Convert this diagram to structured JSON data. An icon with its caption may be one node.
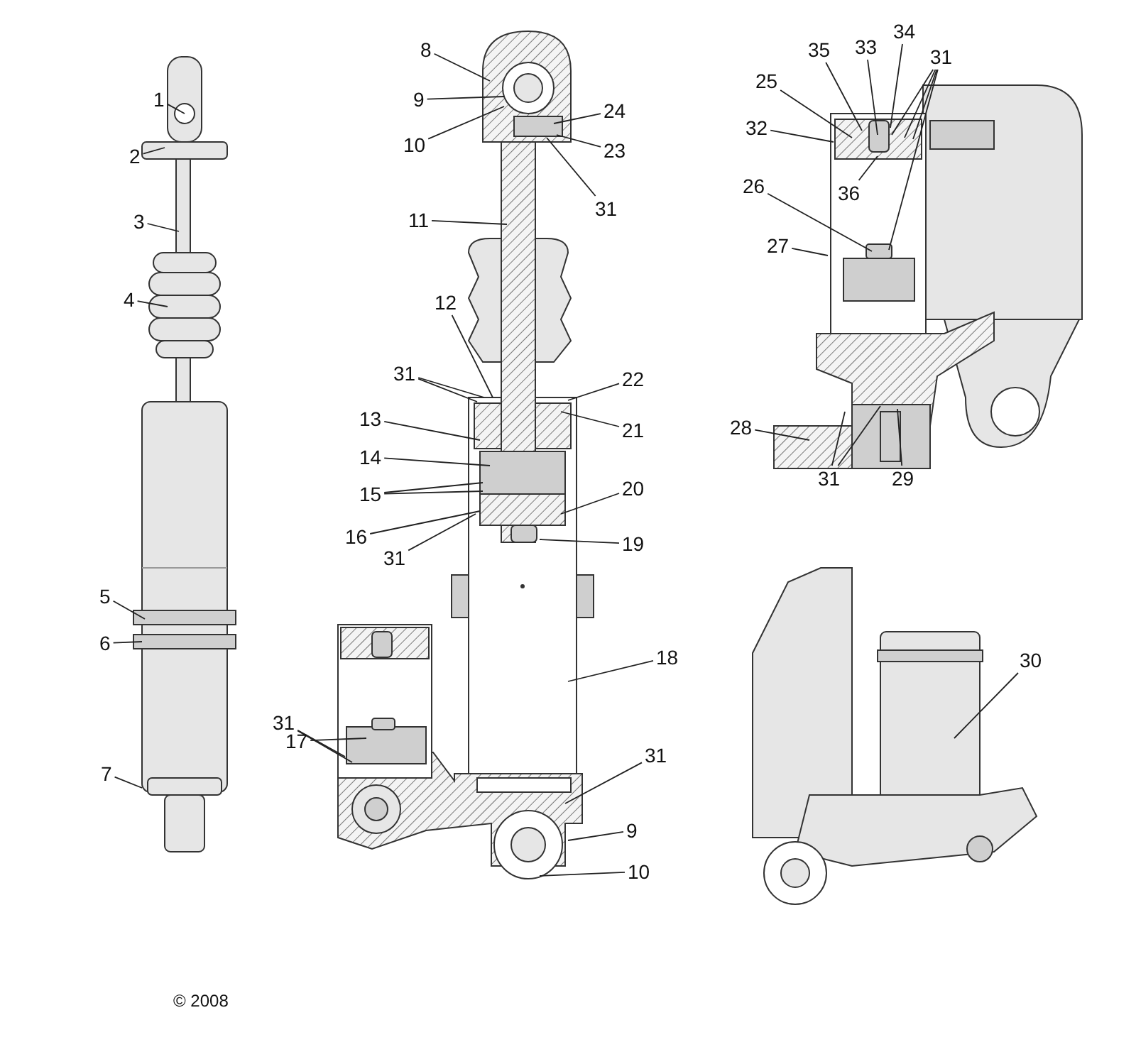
{
  "diagram": {
    "nodes": [
      {
        "text": [
          "1"
        ]
      },
      {
        "text": [
          "2"
        ]
      },
      {
        "text": [
          "3"
        ]
      },
      {
        "text": [
          "4"
        ]
      },
      {
        "text": [
          "5"
        ]
      },
      {
        "text": [
          "6"
        ]
      },
      {
        "text": [
          "7"
        ]
      },
      {
        "text": [
          "8"
        ]
      },
      {
        "text": [
          "9"
        ]
      },
      {
        "text": [
          "10"
        ]
      },
      {
        "text": [
          "11"
        ]
      },
      {
        "text": [
          "12"
        ]
      },
      {
        "text": [
          "31"
        ]
      },
      {
        "text": [
          "22"
        ]
      },
      {
        "text": [
          "13"
        ]
      },
      {
        "text": [
          "21"
        ]
      },
      {
        "text": [
          "14"
        ]
      },
      {
        "text": [
          "15"
        ]
      },
      {
        "text": [
          "20"
        ]
      },
      {
        "text": [
          "16"
        ]
      },
      {
        "text": [
          "19"
        ]
      },
      {
        "text": [
          "31"
        ]
      },
      {
        "text": [
          "18"
        ]
      },
      {
        "text": [
          "17"
        ]
      },
      {
        "text": [
          "31"
        ]
      },
      {
        "text": [
          "31"
        ]
      },
      {
        "text": [
          "9"
        ]
      },
      {
        "text": [
          "10"
        ]
      },
      {
        "text": [
          "24"
        ]
      },
      {
        "text": [
          "23"
        ]
      },
      {
        "text": [
          "31"
        ]
      },
      {
        "text": [
          "35"
        ]
      },
      {
        "text": [
          "33"
        ]
      },
      {
        "text": [
          "34"
        ]
      },
      {
        "text": [
          "31"
        ]
      },
      {
        "text": [
          "25"
        ]
      },
      {
        "text": [
          "32"
        ]
      },
      {
        "text": [
          "36"
        ]
      },
      {
        "text": [
          "26"
        ]
      },
      {
        "text": [
          "27"
        ]
      },
      {
        "text": [
          "28"
        ]
      },
      {
        "text": [
          "31"
        ]
      },
      {
        "text": [
          "29"
        ]
      },
      {
        "text": [
          "30"
        ]
      }
    ],
    "edges": [
      {
        "from": 0,
        "to": null,
        "arrow": "none"
      },
      {
        "from": 1,
        "to": null,
        "arrow": "none"
      },
      {
        "from": 2,
        "to": null,
        "arrow": "none"
      },
      {
        "from": 3,
        "to": null,
        "arrow": "none"
      },
      {
        "from": 4,
        "to": null,
        "arrow": "none"
      },
      {
        "from": 5,
        "to": null,
        "arrow": "none"
      },
      {
        "from": 6,
        "to": null,
        "arrow": "none"
      },
      {
        "from": 7,
        "to": null,
        "arrow": "none"
      },
      {
        "from": 8,
        "to": null,
        "arrow": "none"
      },
      {
        "from": 9,
        "to": null,
        "arrow": "none"
      },
      {
        "from": 10,
        "to": null,
        "arrow": "none"
      },
      {
        "from": 11,
        "to": null,
        "arrow": "none"
      },
      {
        "from": 12,
        "to": null,
        "arrow": "none"
      },
      {
        "from": 12,
        "to": null,
        "arrow": "none"
      },
      {
        "from": 13,
        "to": null,
        "arrow": "none"
      },
      {
        "from": 14,
        "to": null,
        "arrow": "none"
      },
      {
        "from": 15,
        "to": null,
        "arrow": "none"
      },
      {
        "from": 16,
        "to": null,
        "arrow": "none"
      },
      {
        "from": 17,
        "to": null,
        "arrow": "none"
      },
      {
        "from": 17,
        "to": null,
        "arrow": "none"
      },
      {
        "from": 18,
        "to": null,
        "arrow": "none"
      },
      {
        "from": 19,
        "to": null,
        "arrow": "none"
      },
      {
        "from": 20,
        "to": null,
        "arrow": "none"
      },
      {
        "from": 21,
        "to": null,
        "arrow": "none"
      },
      {
        "from": 22,
        "to": null,
        "arrow": "none"
      },
      {
        "from": 23,
        "to": null,
        "arrow": "none"
      },
      {
        "from": 24,
        "to": null,
        "arrow": "none"
      },
      {
        "from": 24,
        "to": null,
        "arrow": "none"
      },
      {
        "from": 25,
        "to": null,
        "arrow": "none"
      },
      {
        "from": 26,
        "to": null,
        "arrow": "none"
      },
      {
        "from": 27,
        "to": null,
        "arrow": "none"
      },
      {
        "from": 28,
        "to": null,
        "arrow": "none"
      },
      {
        "from": 29,
        "to": null,
        "arrow": "none"
      },
      {
        "from": 30,
        "to": null,
        "arrow": "none"
      },
      {
        "from": 31,
        "to": null,
        "arrow": "none"
      },
      {
        "from": 32,
        "to": null,
        "arrow": "none"
      },
      {
        "from": 33,
        "to": null,
        "arrow": "none"
      },
      {
        "from": 34,
        "to": null,
        "arrow": "none"
      },
      {
        "from": 34,
        "to": null,
        "arrow": "none"
      },
      {
        "from": 34,
        "to": null,
        "arrow": "none"
      },
      {
        "from": 34,
        "to": null,
        "arrow": "none"
      },
      {
        "from": 35,
        "to": null,
        "arrow": "none"
      },
      {
        "from": 36,
        "to": null,
        "arrow": "none"
      },
      {
        "from": 37,
        "to": null,
        "arrow": "none"
      },
      {
        "from": 38,
        "to": null,
        "arrow": "none"
      },
      {
        "from": 39,
        "to": null,
        "arrow": "none"
      },
      {
        "from": 40,
        "to": null,
        "arrow": "none"
      },
      {
        "from": 41,
        "to": null,
        "arrow": "none"
      },
      {
        "from": 41,
        "to": null,
        "arrow": "none"
      },
      {
        "from": 42,
        "to": null,
        "arrow": "none"
      },
      {
        "from": 43,
        "to": null,
        "arrow": "none"
      }
    ],
    "labels": [
      "© 2008"
    ]
  }
}
